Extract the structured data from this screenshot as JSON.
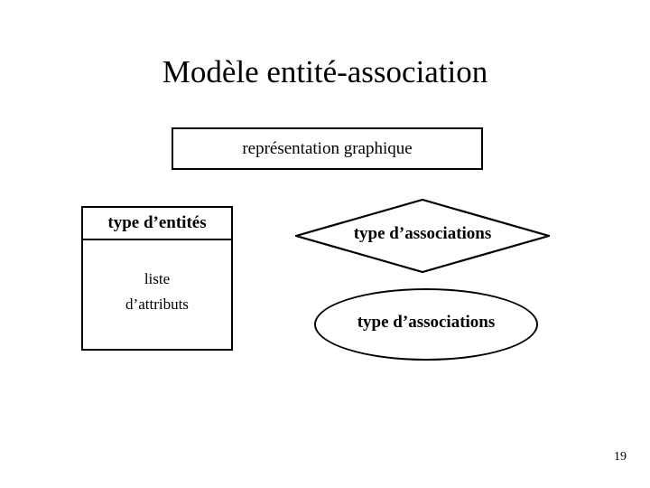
{
  "slide": {
    "title": "Modèle entité-association",
    "page_number": "19",
    "background_color": "#ffffff",
    "text_color": "#000000",
    "line_color": "#000000"
  },
  "caption_box": {
    "text": "représentation graphique"
  },
  "entity_type": {
    "header": "type d’entités",
    "attributes_line_1": "liste",
    "attributes_line_2": "d’attributs"
  },
  "association_diamond": {
    "label": "type d’associations"
  },
  "association_ellipse": {
    "label": "type d’associations"
  }
}
